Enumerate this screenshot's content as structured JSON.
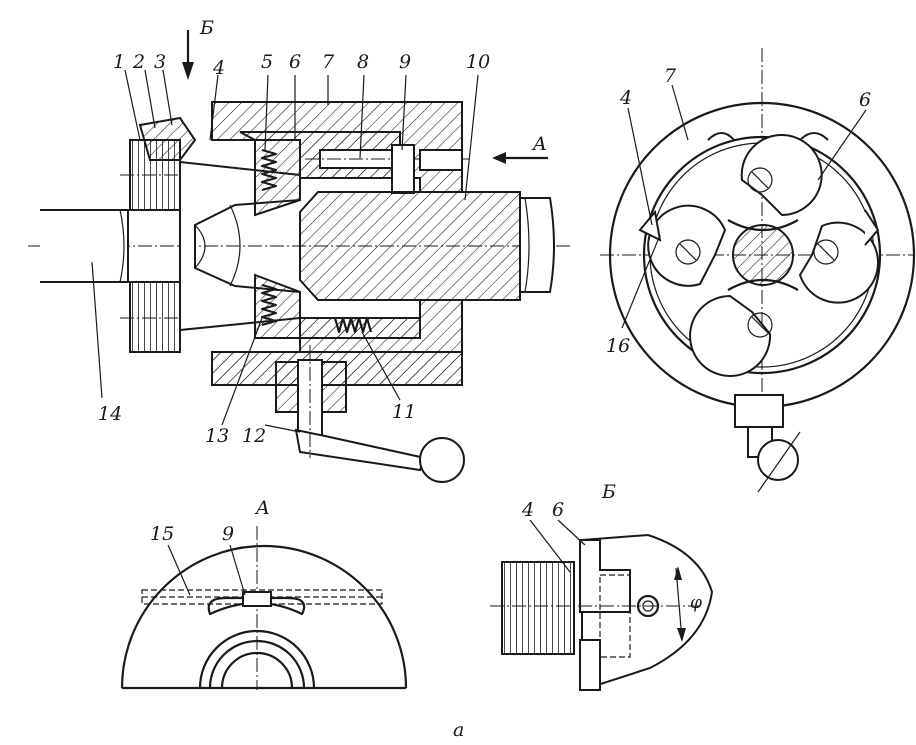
{
  "labels": {
    "l1": "1",
    "l2": "2",
    "l3": "3",
    "l4": "4",
    "l5": "5",
    "l6": "6",
    "l7": "7",
    "l8": "8",
    "l9": "9",
    "l10": "10",
    "l11": "11",
    "l12": "12",
    "l13": "13",
    "l14": "14",
    "r4": "4",
    "r7": "7",
    "r6": "6",
    "r16": "16",
    "viewA_callout": "A",
    "viewB_callout": "Б",
    "viewA_title": "A",
    "a15": "15",
    "a9": "9",
    "viewB_title": "Б",
    "b4": "4",
    "b6": "6",
    "phi": "φ",
    "caption": "a"
  }
}
